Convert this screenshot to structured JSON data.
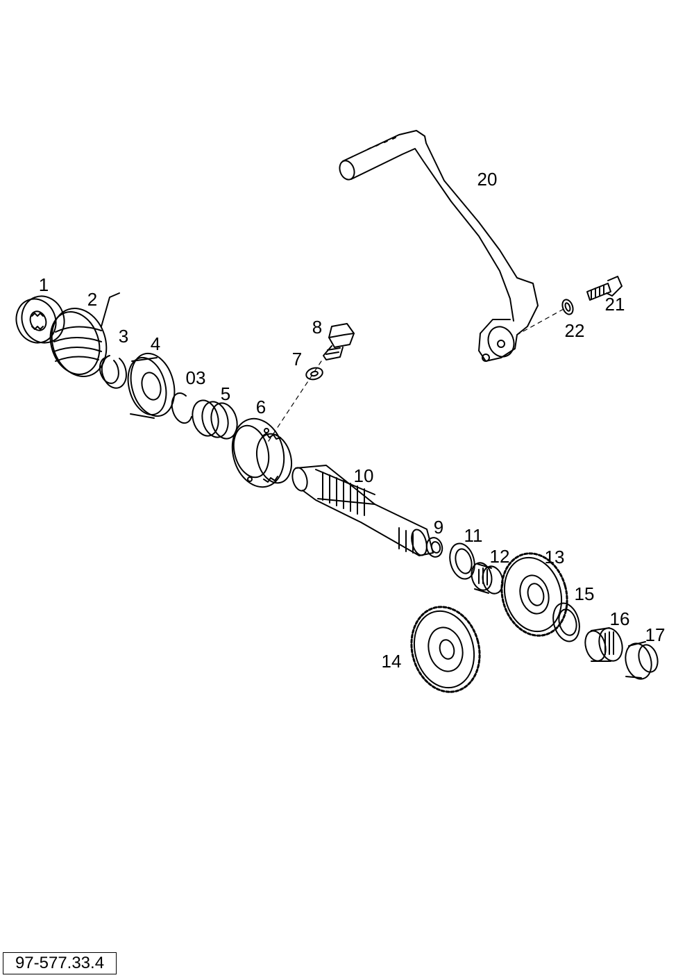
{
  "drawing_code": "97-577.33.4",
  "labels": {
    "p1": "1",
    "p2": "2",
    "p3": "3",
    "p4": "4",
    "p03": "03",
    "p5": "5",
    "p6": "6",
    "p7": "7",
    "p8": "8",
    "p9": "9",
    "p10": "10",
    "p11": "11",
    "p12": "12",
    "p13": "13",
    "p14": "14",
    "p15": "15",
    "p16": "16",
    "p17": "17",
    "p20": "20",
    "p21": "21",
    "p22": "22"
  },
  "colors": {
    "ink": "#000000",
    "paper": "#ffffff"
  }
}
